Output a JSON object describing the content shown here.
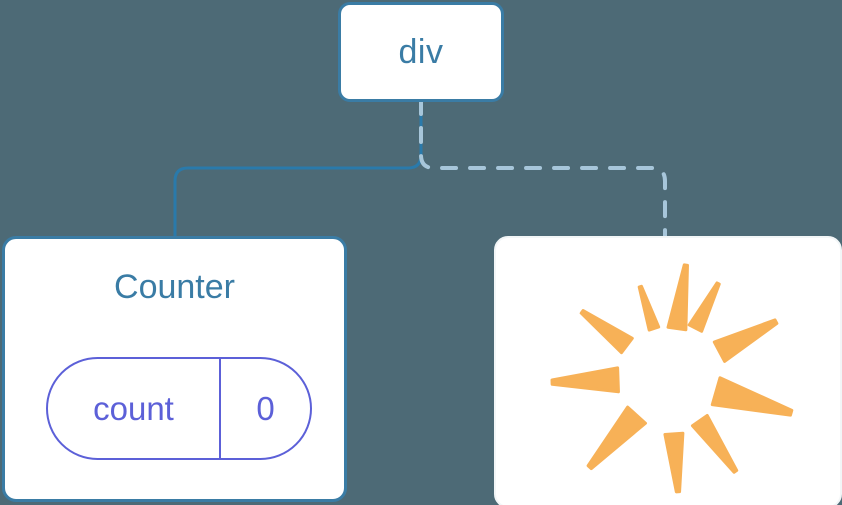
{
  "diagram": {
    "title": "component-tree-rerender",
    "background_color": "#4d6a76",
    "nodes": {
      "root": {
        "label": "div",
        "type": "html-element",
        "border_color": "#3a7ca5",
        "text_color": "#3a7ca5",
        "background": "#ffffff"
      },
      "counter": {
        "label": "Counter",
        "type": "component",
        "border_color": "#3a7ca5",
        "text_color": "#3a7ca5",
        "background": "#ffffff",
        "state": {
          "key": "count",
          "value": "0",
          "accent_color": "#5c60d8"
        }
      },
      "burst": {
        "label": "",
        "type": "rerender-burst",
        "background": "#ffffff",
        "border_color": "#f2f6f7",
        "spark_color": "#f7b157",
        "ray_count": 10
      }
    },
    "edges": [
      {
        "name": "root-to-counter",
        "from": "root",
        "to": "counter",
        "style": "solid",
        "color": "#2a7aab",
        "width": 3
      },
      {
        "name": "root-to-burst",
        "from": "root",
        "to": "burst",
        "style": "dashed",
        "color": "#a7c6da",
        "width": 4,
        "dash": "14 14"
      }
    ],
    "sparkle_rays": [
      {
        "name": "ray-n",
        "angle": -82,
        "length": 64,
        "half_width": 9,
        "inner": 50
      },
      {
        "name": "ray-nnw",
        "angle": -108,
        "length": 44,
        "half_width": 5,
        "inner": 52
      },
      {
        "name": "ray-nw",
        "angle": -143,
        "length": 56,
        "half_width": 9,
        "inner": 54
      },
      {
        "name": "ray-w",
        "angle": 178,
        "length": 66,
        "half_width": 12,
        "inner": 52
      },
      {
        "name": "ray-sw",
        "angle": 132,
        "length": 70,
        "half_width": 12,
        "inner": 50
      },
      {
        "name": "ray-s",
        "angle": 86,
        "length": 58,
        "half_width": 9,
        "inner": 56
      },
      {
        "name": "ray-sse",
        "angle": 55,
        "length": 62,
        "half_width": 9,
        "inner": 52
      },
      {
        "name": "ray-e",
        "angle": 16,
        "length": 78,
        "half_width": 14,
        "inner": 48
      },
      {
        "name": "ray-ene",
        "angle": -28,
        "length": 64,
        "half_width": 11,
        "inner": 56
      },
      {
        "name": "ray-nne",
        "angle": -63,
        "length": 50,
        "half_width": 7,
        "inner": 56
      }
    ]
  }
}
